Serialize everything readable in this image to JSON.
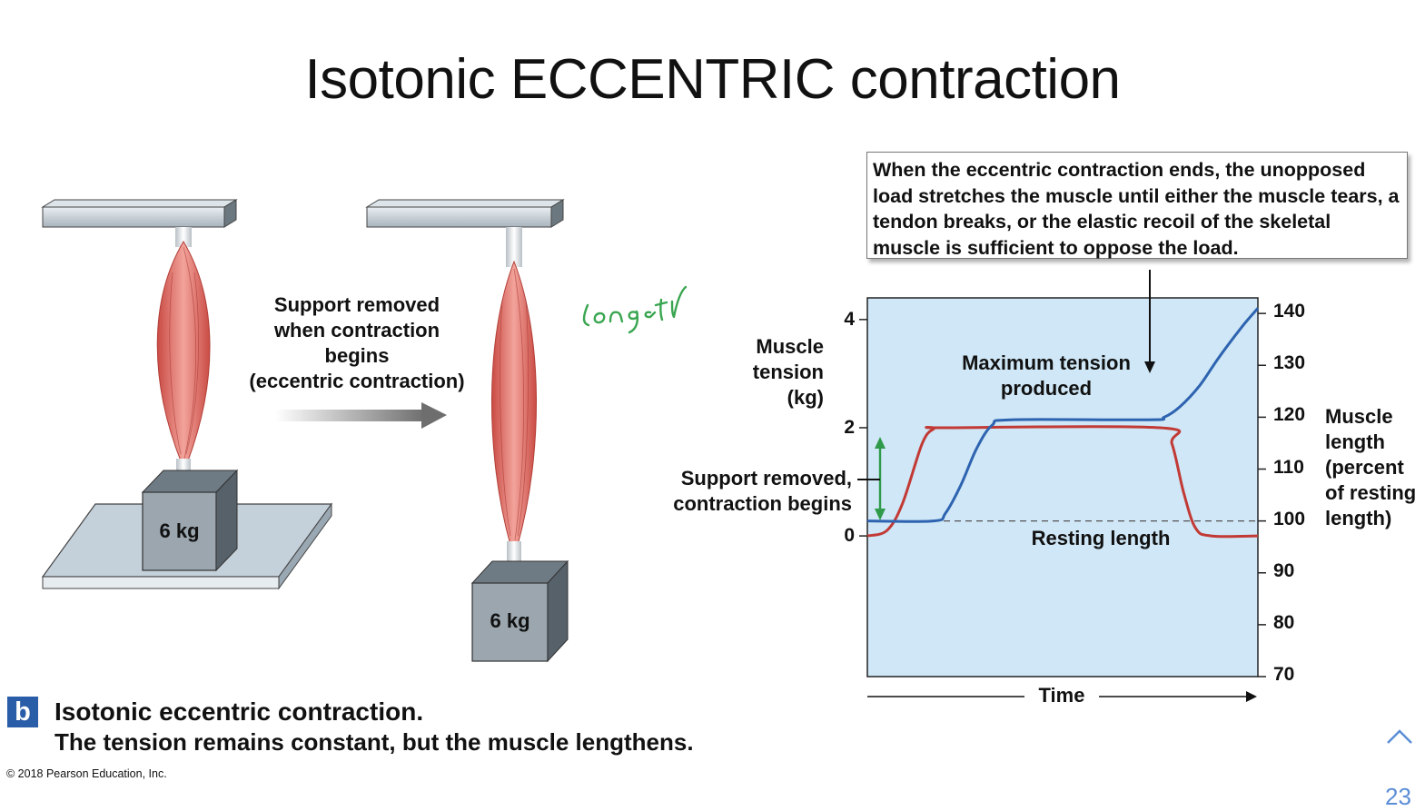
{
  "title": "Isotonic ECCENTRIC contraction",
  "left_panel": {
    "weight_1": "6 kg",
    "weight_2": "6 kg",
    "arrow_text_lines": [
      "Support removed",
      "when contraction",
      "begins",
      "(eccentric contraction)"
    ],
    "handwritten_note": "longer"
  },
  "callout_text": "When the eccentric contraction ends, the unopposed load stretches the muscle until either the muscle tears, a tendon breaks, or the elastic recoil of the skeletal muscle is sufficient to oppose the load.",
  "chart_data": {
    "type": "line",
    "x_label": "Time",
    "y_left_label_lines": [
      "Muscle",
      "tension",
      "(kg)"
    ],
    "y_left_ticks": [
      0,
      2,
      4
    ],
    "y_left_lim": [
      -2.6,
      4.4
    ],
    "y_right_label_lines": [
      "Muscle",
      "length",
      "(percent",
      "of resting",
      "length)"
    ],
    "y_right_ticks": [
      70,
      80,
      90,
      100,
      110,
      120,
      130,
      140
    ],
    "y_right_lim": [
      70,
      143
    ],
    "x_lim": [
      0,
      100
    ],
    "series": [
      {
        "axis": "left",
        "color": "#c23a35",
        "x": [
          0,
          5,
          9,
          14,
          17,
          20,
          75,
          78,
          81,
          84,
          88,
          100
        ],
        "y": [
          0,
          0.1,
          0.6,
          1.7,
          1.98,
          2.0,
          2.0,
          1.7,
          0.8,
          0.15,
          0.0,
          0.0
        ]
      },
      {
        "axis": "right",
        "color": "#2d63b0",
        "x": [
          0,
          17,
          20,
          24,
          28,
          32,
          37,
          72,
          76,
          80,
          85,
          90,
          96,
          100
        ],
        "y": [
          100,
          100,
          101.5,
          107,
          114,
          118.5,
          119.5,
          119.5,
          120,
          122,
          126,
          131.5,
          137.5,
          141
        ]
      }
    ],
    "resting_length_value": 100,
    "annotations": {
      "max_tension": "Maximum tension produced",
      "support_removed_lines": [
        "Support removed,",
        "contraction begins"
      ],
      "resting_length": "Resting length"
    }
  },
  "caption": {
    "badge": "b",
    "title": "Isotonic eccentric contraction.",
    "subtitle": "The tension remains constant, but the muscle lengthens."
  },
  "copyright": "© 2018 Pearson Education, Inc.",
  "page_number": "23",
  "colors": {
    "plot_background": "#cfe7f6",
    "tension_line": "#c23a35",
    "length_line": "#2d63b0",
    "indicator": "#2e9a4a",
    "note": "#3aa651",
    "badge": "#2a5da8",
    "nav": "#5b8ed6"
  },
  "icons": {
    "nav": "chevron-up-icon"
  }
}
